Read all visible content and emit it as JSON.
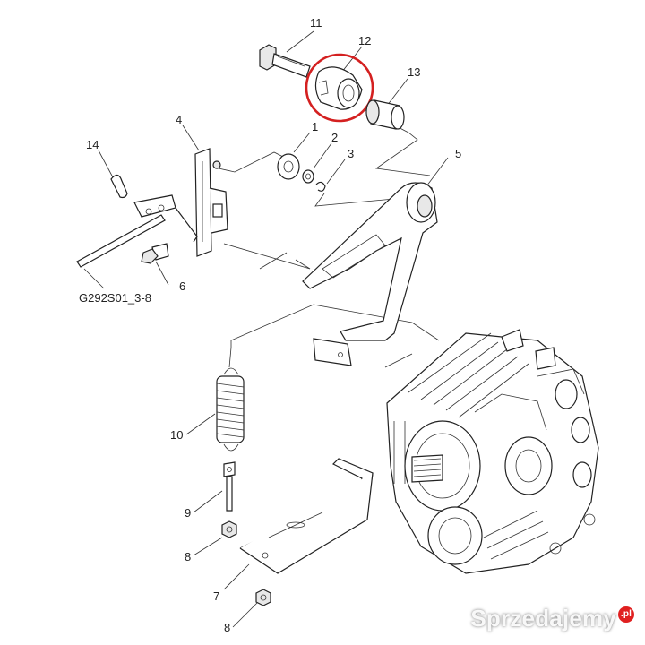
{
  "callouts": {
    "c1": "1",
    "c2": "2",
    "c3": "3",
    "c4": "4",
    "c5": "5",
    "c6": "6",
    "c7": "7",
    "c8a": "8",
    "c8b": "8",
    "c9": "9",
    "c10": "10",
    "c11": "11",
    "c12": "12",
    "c13": "13",
    "c14": "14"
  },
  "drawing_code": "G292S01_3-8",
  "highlight": {
    "part": "12",
    "color": "#d42020"
  },
  "watermark": {
    "text": "Sprzedajemy",
    "suffix": ".pl"
  }
}
